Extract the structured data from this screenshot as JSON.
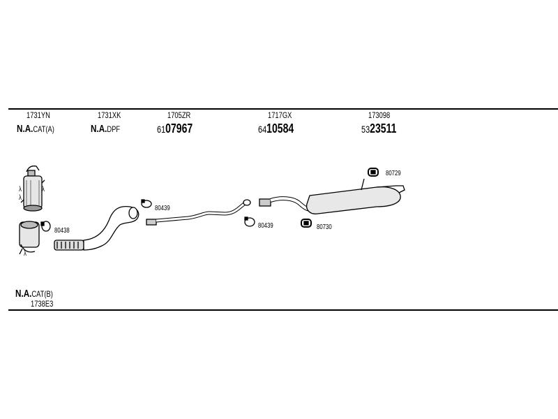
{
  "header": {
    "columns": [
      {
        "code": "1731YN",
        "na": "N.A.",
        "suffix": "CAT(A)"
      },
      {
        "code": "1731XK",
        "na": "N.A.",
        "suffix": "DPF"
      },
      {
        "code": "1705ZR",
        "prefix": "61",
        "number": "07967"
      },
      {
        "code": "1717GX",
        "prefix": "64",
        "number": "10584"
      },
      {
        "code": "173098",
        "prefix": "53",
        "number": "23511"
      }
    ]
  },
  "parts": {
    "clamp_1": "80438",
    "clamp_2": "80439",
    "clamp_3": "80439",
    "hanger_1": "80729",
    "hanger_2": "80730"
  },
  "footer": {
    "na": "N.A.",
    "suffix": "CAT(B)",
    "code": "1738E3"
  },
  "sensor_symbol": "λ"
}
